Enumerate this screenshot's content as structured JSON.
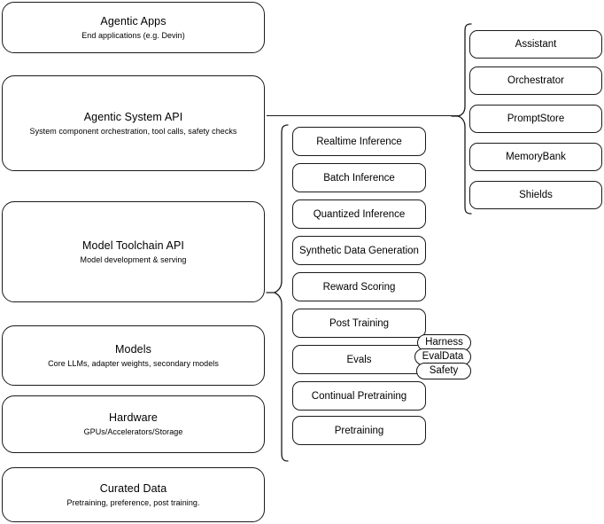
{
  "diagram": {
    "title": "AI Stack Architecture",
    "line_color": "#1a1a1a",
    "background": "#ffffff"
  },
  "layers": [
    {
      "id": "agentic-apps",
      "title": "Agentic Apps",
      "subtitle": "End applications (e.g. Devin)"
    },
    {
      "id": "agentic-system-api",
      "title": "Agentic System API",
      "subtitle": "System component orchestration, tool calls, safety checks"
    },
    {
      "id": "model-toolchain-api",
      "title": "Model Toolchain API",
      "subtitle": "Model development & serving"
    },
    {
      "id": "models",
      "title": "Models",
      "subtitle": "Core LLMs, adapter weights, secondary models"
    },
    {
      "id": "hardware",
      "title": "Hardware",
      "subtitle": "GPUs/Accelerators/Storage"
    },
    {
      "id": "curated-data",
      "title": "Curated Data",
      "subtitle": "Pretraining, preference, post training."
    }
  ],
  "toolchain_capabilities": [
    {
      "id": "realtime-inference",
      "label": "Realtime Inference"
    },
    {
      "id": "batch-inference",
      "label": "Batch Inference"
    },
    {
      "id": "quantized-inference",
      "label": "Quantized Inference"
    },
    {
      "id": "synthetic-data-generation",
      "label": "Synthetic Data Generation"
    },
    {
      "id": "reward-scoring",
      "label": "Reward Scoring"
    },
    {
      "id": "post-training",
      "label": "Post Training"
    },
    {
      "id": "evals",
      "label": "Evals"
    },
    {
      "id": "continual-pretraining",
      "label": "Continual Pretraining"
    },
    {
      "id": "pretraining",
      "label": "Pretraining"
    }
  ],
  "eval_chips": [
    {
      "id": "harness",
      "label": "Harness"
    },
    {
      "id": "evaldata",
      "label": "EvalData"
    },
    {
      "id": "safety",
      "label": "Safety"
    }
  ],
  "system_components": [
    {
      "id": "assistant",
      "label": "Assistant"
    },
    {
      "id": "orchestrator",
      "label": "Orchestrator"
    },
    {
      "id": "promptstore",
      "label": "PromptStore"
    },
    {
      "id": "memorybank",
      "label": "MemoryBank"
    },
    {
      "id": "shields",
      "label": "Shields"
    }
  ]
}
